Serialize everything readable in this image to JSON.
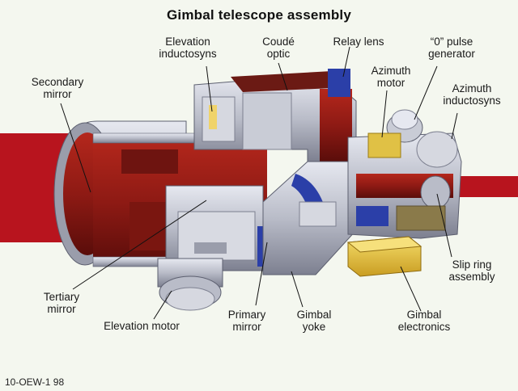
{
  "title": "Gimbal telescope assembly",
  "figure_id": "10-OEW-1 98",
  "labels": {
    "elevation_inductosyns": [
      "Elevation",
      "inductosyns"
    ],
    "coude_optic": [
      "Coudé",
      "optic"
    ],
    "relay_lens": [
      "Relay lens"
    ],
    "pulse_generator": [
      "“0” pulse",
      "generator"
    ],
    "secondary_mirror": [
      "Secondary",
      "mirror"
    ],
    "azimuth_motor": [
      "Azimuth",
      "motor"
    ],
    "azimuth_inductosyns": [
      "Azimuth",
      "inductosyns"
    ],
    "slip_ring_assembly": [
      "Slip ring",
      "assembly"
    ],
    "tertiary_mirror": [
      "Tertiary",
      "mirror"
    ],
    "elevation_motor": [
      "Elevation motor"
    ],
    "primary_mirror": [
      "Primary",
      "mirror"
    ],
    "gimbal_yoke": [
      "Gimbal",
      "yoke"
    ],
    "gimbal_electronics": [
      "Gimbal",
      "electronics"
    ]
  },
  "colors": {
    "background": "#f4f7ef",
    "laser_beam": "#b8141e",
    "housing_gray": "#b9bcc8",
    "interior_red": "#8e1a14",
    "electronics_yellow": "#e4c23a",
    "blue_accent": "#2b3fa8"
  }
}
